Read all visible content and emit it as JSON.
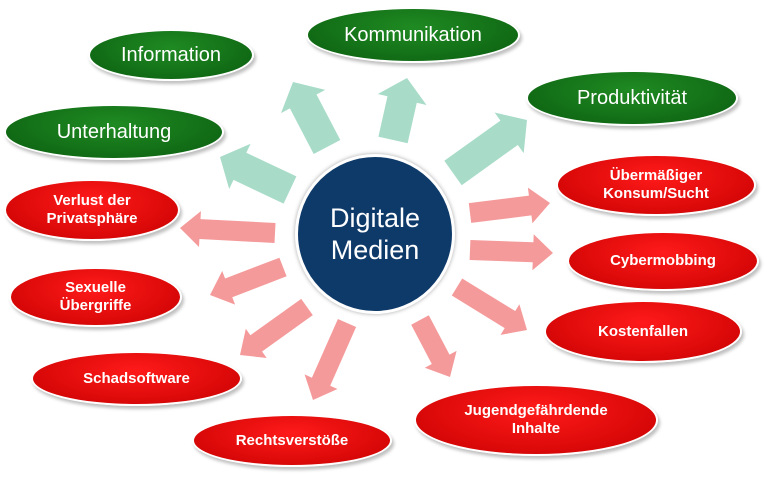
{
  "center": {
    "line1": "Digitale",
    "line2": "Medien"
  },
  "positive": [
    {
      "label": "Information"
    },
    {
      "label": "Kommunikation"
    },
    {
      "label": "Produktivität"
    },
    {
      "label": "Unterhaltung"
    }
  ],
  "negative": [
    {
      "line1": "Übermäßiger",
      "line2": "Konsum/Sucht"
    },
    {
      "line1": "Cybermobbing"
    },
    {
      "line1": "Kostenfallen"
    },
    {
      "line1": "Jugendgefährdende",
      "line2": "Inhalte"
    },
    {
      "line1": "Rechtsverstöße"
    },
    {
      "line1": "Schadsoftware"
    },
    {
      "line1": "Sexuelle",
      "line2": "Übergriffe"
    },
    {
      "line1": "Verlust der",
      "line2": "Privatsphäre"
    }
  ],
  "colors": {
    "positive": "#0f6e12",
    "negative": "#e00000",
    "center": "#0e3a6a",
    "arrow_positive": "#a8dcc8",
    "arrow_negative": "#f59a9a"
  }
}
